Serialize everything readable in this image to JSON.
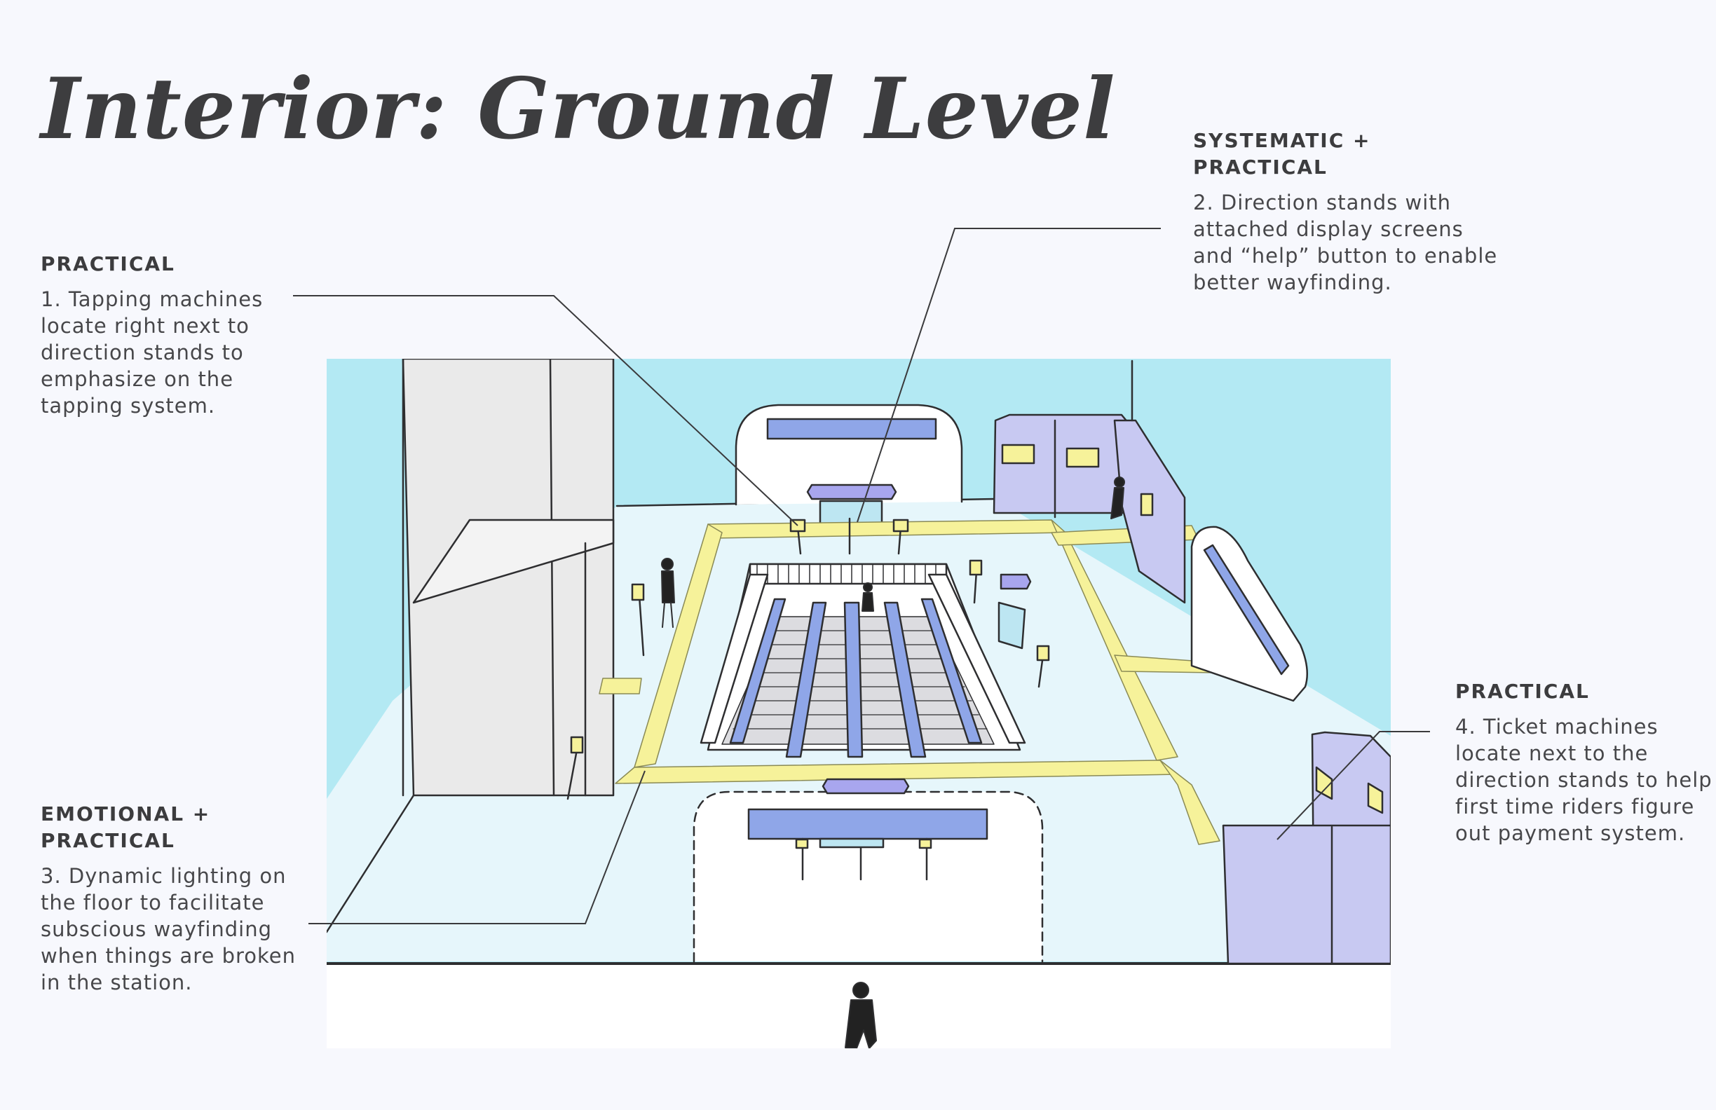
{
  "title": "Interior: Ground Level",
  "notes": [
    {
      "heading": "PRACTICAL",
      "body": "1. Tapping machines locate right next to direction stands to emphasize on the tapping system."
    },
    {
      "heading": "SYSTEMATIC + PRACTICAL",
      "body": "2. Direction stands with attached display screens and “help” button to enable better wayfinding."
    },
    {
      "heading": "EMOTIONAL + PRACTICAL",
      "body": "3. Dynamic lighting on the floor to facilitate subscious wayfinding when things are broken in the station."
    },
    {
      "heading": "PRACTICAL",
      "body": "4. Ticket machines locate next to the direction stands to help first time riders figure out payment system."
    }
  ],
  "colors": {
    "background": "#f7f8fd",
    "sky": "#b3e9f3",
    "floor": "#e6f6fb",
    "lighting_path": "#f6f29a",
    "machines": "#c8c9f2",
    "screens": "#8fa6e8",
    "ink": "#2e2e30"
  }
}
